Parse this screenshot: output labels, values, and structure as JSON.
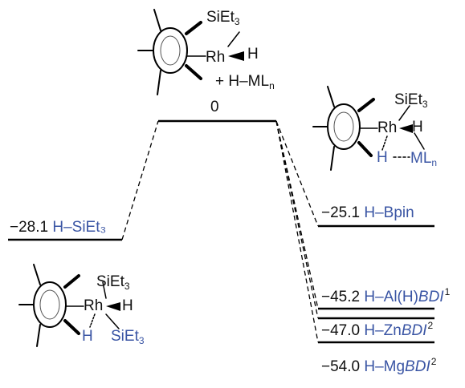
{
  "diagram": {
    "top_energy": "0",
    "top_reagent": "+ H–ML",
    "top_reagent_sub": "n",
    "silyl": "SiEt",
    "silyl_sub": "3",
    "metal": "Rh",
    "hydride": "H",
    "ml": "ML",
    "ml_sub": "n",
    "left_level": {
      "energy": "−28.1",
      "label": "H–SiEt₃"
    },
    "levels": [
      {
        "energy": "−25.1",
        "label": "H–Bpin",
        "italic": "",
        "sup": ""
      },
      {
        "energy": "−45.2",
        "label": "H–Al(H)",
        "italic": "BDI",
        "sup": "1"
      },
      {
        "energy": "−47.0",
        "label": "H–Zn",
        "italic": "BDI",
        "sup": "2"
      },
      {
        "energy": "−54.0",
        "label": "H–Mg",
        "italic": "BDI",
        "sup": "2"
      }
    ]
  }
}
